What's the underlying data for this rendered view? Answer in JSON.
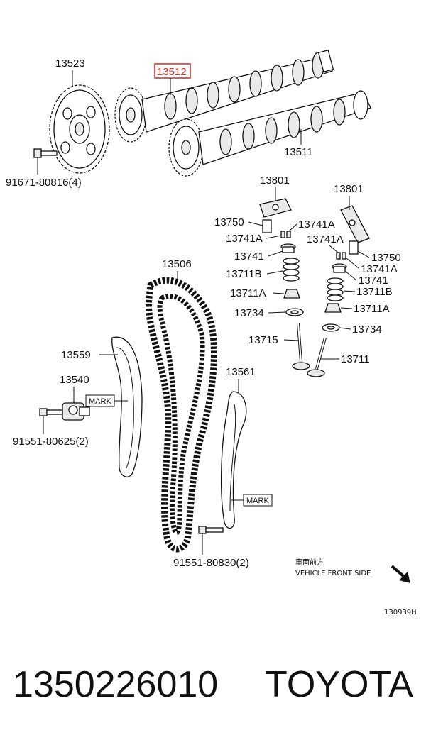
{
  "callouts": {
    "c13523": "13523",
    "c13512": "13512",
    "c13511": "13511",
    "c91671": "91671-80816(4)",
    "c13801a": "13801",
    "c13801b": "13801",
    "c13750a": "13750",
    "c13741Aa": "13741A",
    "c13741Ab": "13741A",
    "c13741a": "13741",
    "c13711Ba": "13711B",
    "c13711Aa": "13711A",
    "c13734a": "13734",
    "c13715": "13715",
    "c13741Ac": "13741A",
    "c13750b": "13750",
    "c13741Ad": "13741A",
    "c13741b": "13741",
    "c13711Bb": "13711B",
    "c13711Ab": "13711A",
    "c13734b": "13734",
    "c13711": "13711",
    "c13506": "13506",
    "c13559": "13559",
    "c13540": "13540",
    "c91551a": "91551-80625(2)",
    "c13561": "13561",
    "c91551b": "91551-80830(2)",
    "mark1": "MARK",
    "mark2": "MARK"
  },
  "orientation": {
    "jp": "車両前方",
    "en": "VEHICLE FRONT SIDE"
  },
  "figure_id": "130939H",
  "highlight_color": "#e0302a",
  "footer": {
    "part_number": "1350226010",
    "brand": "TOYOTA"
  }
}
